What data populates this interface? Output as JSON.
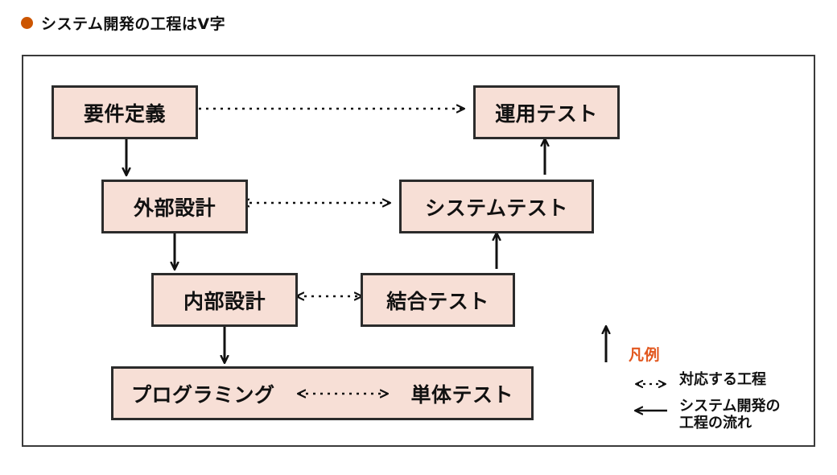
{
  "title": {
    "bullet_color": "#cc5500",
    "text": "システム開発の工程はV字"
  },
  "diagram": {
    "type": "v-model",
    "box_fill": "#f7dfd6",
    "box_border": "#2b2b2b",
    "frame_border": "#3a3a3a",
    "boxes": [
      {
        "id": "requirements",
        "label": "要件定義",
        "side": "left",
        "level": 1
      },
      {
        "id": "operation-test",
        "label": "運用テスト",
        "side": "right",
        "level": 1
      },
      {
        "id": "external-design",
        "label": "外部設計",
        "side": "left",
        "level": 2
      },
      {
        "id": "system-test",
        "label": "システムテスト",
        "side": "right",
        "level": 2
      },
      {
        "id": "internal-design",
        "label": "内部設計",
        "side": "left",
        "level": 3
      },
      {
        "id": "integration-test",
        "label": "結合テスト",
        "side": "right",
        "level": 3
      },
      {
        "id": "programming",
        "label": "プログラミング",
        "side": "left",
        "level": 4
      },
      {
        "id": "unit-test",
        "label": "単体テスト",
        "side": "right",
        "level": 4
      }
    ],
    "correspondence_links": [
      {
        "from": "要件定義",
        "to": "運用テスト",
        "style": "dashed",
        "arrow": "double"
      },
      {
        "from": "外部設計",
        "to": "システムテスト",
        "style": "dashed",
        "arrow": "double"
      },
      {
        "from": "内部設計",
        "to": "結合テスト",
        "style": "dashed",
        "arrow": "double"
      },
      {
        "from": "プログラミング",
        "to": "単体テスト",
        "style": "dashed",
        "arrow": "double"
      }
    ],
    "flow_links": [
      {
        "from": "要件定義",
        "to": "外部設計",
        "style": "solid",
        "direction": "down"
      },
      {
        "from": "外部設計",
        "to": "内部設計",
        "style": "solid",
        "direction": "down"
      },
      {
        "from": "内部設計",
        "to": "プログラミング",
        "style": "solid",
        "direction": "down"
      },
      {
        "from": "単体テスト",
        "to": "結合テスト",
        "style": "solid",
        "direction": "up"
      },
      {
        "from": "結合テスト",
        "to": "システムテスト",
        "style": "solid",
        "direction": "up"
      },
      {
        "from": "システムテスト",
        "to": "運用テスト",
        "style": "solid",
        "direction": "up"
      }
    ]
  },
  "legend": {
    "title": "凡例",
    "title_color": "#e2571e",
    "items": [
      {
        "symbol": "dashed-double-arrow",
        "label": "対応する工程"
      },
      {
        "symbol": "solid-left-arrow",
        "label": "システム開発の\n工程の流れ"
      }
    ]
  }
}
